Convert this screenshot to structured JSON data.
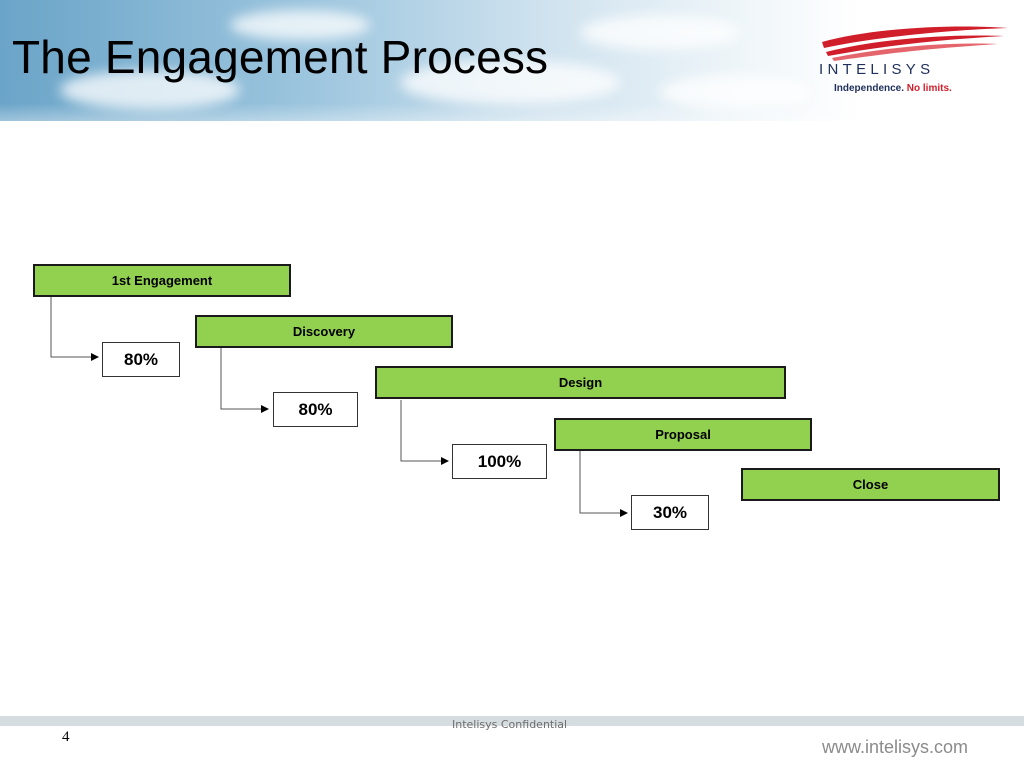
{
  "slide": {
    "title": "The Engagement Process",
    "page_number": "4",
    "footer": "Intelisys Confidential",
    "website": "www.intelisys.com"
  },
  "logo": {
    "name": "INTELISYS",
    "tagline_part1": "Independence.",
    "tagline_part2": "No limits."
  },
  "diagram": {
    "stages": [
      {
        "label": "1st Engagement",
        "rate": "80%"
      },
      {
        "label": "Discovery",
        "rate": "80%"
      },
      {
        "label": "Design",
        "rate": "100%"
      },
      {
        "label": "Proposal",
        "rate": "30%"
      },
      {
        "label": "Close"
      }
    ]
  },
  "colors": {
    "stage_fill": "#92d050",
    "stage_border": "#1a1a1a",
    "logo_red": "#d01f2b",
    "logo_navy": "#1f2f5c"
  }
}
